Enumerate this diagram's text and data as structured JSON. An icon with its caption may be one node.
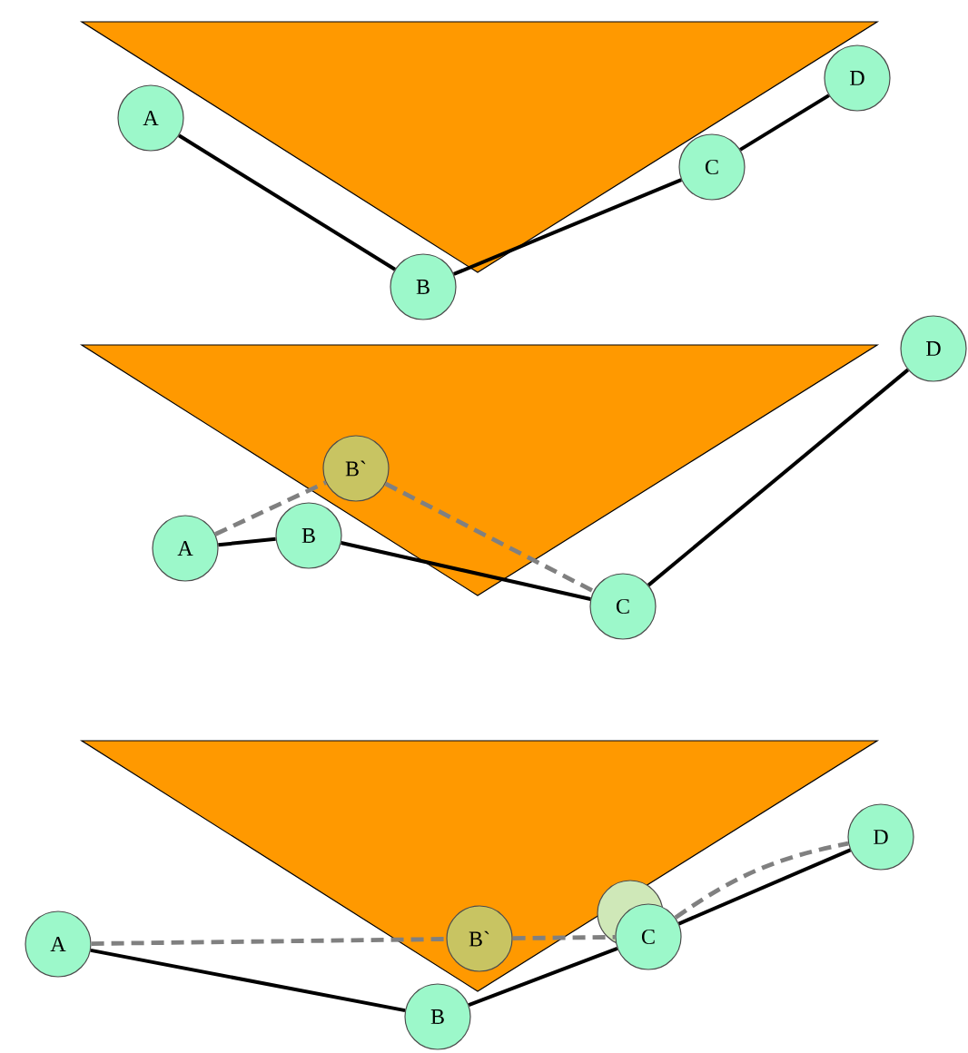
{
  "diagram": {
    "nodes": [
      {
        "text": [
          "A"
        ]
      },
      {
        "text": [
          "B"
        ]
      },
      {
        "text": [
          "C"
        ]
      },
      {
        "text": [
          "D"
        ]
      },
      {
        "text": [
          "A"
        ]
      },
      {
        "text": [
          "B`"
        ]
      },
      {
        "text": [
          "B"
        ]
      },
      {
        "text": [
          "C"
        ]
      },
      {
        "text": [
          "D"
        ]
      },
      {
        "text": [
          "A"
        ]
      },
      {
        "text": [
          "B`"
        ]
      },
      {
        "text": [],
        "shape": "circle"
      },
      {
        "text": [
          "C"
        ]
      },
      {
        "text": [
          "D"
        ]
      },
      {
        "text": [
          "B"
        ]
      }
    ],
    "edges": [
      {
        "from": 0,
        "to": 1,
        "arrow": "none"
      },
      {
        "from": 1,
        "to": 2,
        "arrow": "none"
      },
      {
        "from": 2,
        "to": 3,
        "arrow": "none"
      },
      {
        "from": 4,
        "to": 6,
        "arrow": "none"
      },
      {
        "from": 6,
        "to": 7,
        "arrow": "none"
      },
      {
        "from": 7,
        "to": 8,
        "arrow": "none"
      },
      {
        "from": 4,
        "to": 5,
        "arrow": "none",
        "style": "dashed",
        "color": "#808080"
      },
      {
        "from": 5,
        "to": 7,
        "arrow": "none",
        "style": "dashed",
        "color": "#808080"
      },
      {
        "from": 9,
        "to": 14,
        "arrow": "none"
      },
      {
        "from": 14,
        "to": 12,
        "arrow": "none"
      },
      {
        "from": 12,
        "to": 13,
        "arrow": "none"
      },
      {
        "from": 9,
        "to": 10,
        "arrow": "none",
        "style": "dashed",
        "color": "#808080"
      },
      {
        "from": 10,
        "to": 12,
        "arrow": "none",
        "style": "dashed",
        "color": "#808080"
      },
      {
        "from": 12,
        "to": 13,
        "arrow": "none",
        "style": "dashed",
        "color": "#808080"
      }
    ]
  }
}
